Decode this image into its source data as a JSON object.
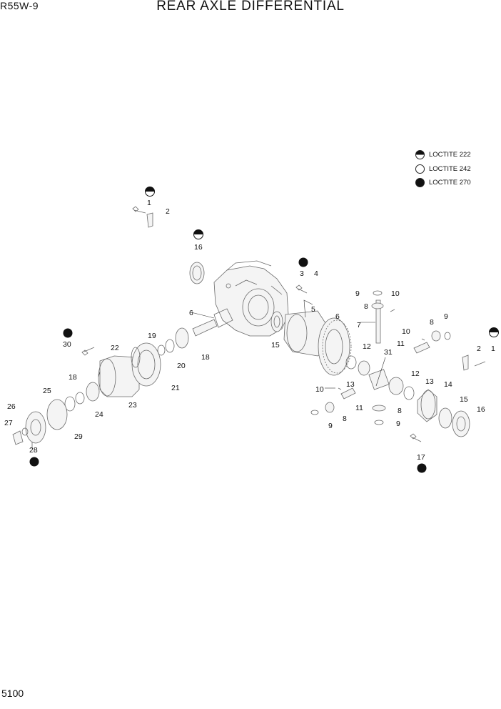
{
  "header": {
    "model": "R55W-9",
    "title": "REAR AXLE DIFFERENTIAL"
  },
  "footer": {
    "page_number": "5100"
  },
  "legend": [
    {
      "symbol": "half-filled-circle-icon",
      "label": "LOCTITE 222"
    },
    {
      "symbol": "open-circle-icon",
      "label": "LOCTITE 242"
    },
    {
      "symbol": "filled-circle-icon",
      "label": "LOCTITE 270"
    }
  ],
  "callouts": [
    "1",
    "2",
    "16",
    "3",
    "4",
    "6",
    "5",
    "7",
    "8",
    "9",
    "10",
    "9",
    "8",
    "10",
    "11",
    "6",
    "19",
    "22",
    "20",
    "18",
    "21",
    "15",
    "12",
    "31",
    "13",
    "12",
    "13",
    "14",
    "15",
    "16",
    "30",
    "18",
    "25",
    "24",
    "23",
    "26",
    "27",
    "29",
    "28",
    "10",
    "11",
    "8",
    "9",
    "8",
    "9",
    "17",
    "1",
    "2"
  ],
  "loctite_markers": [
    "half",
    "half",
    "full",
    "half",
    "full",
    "full",
    "full"
  ]
}
